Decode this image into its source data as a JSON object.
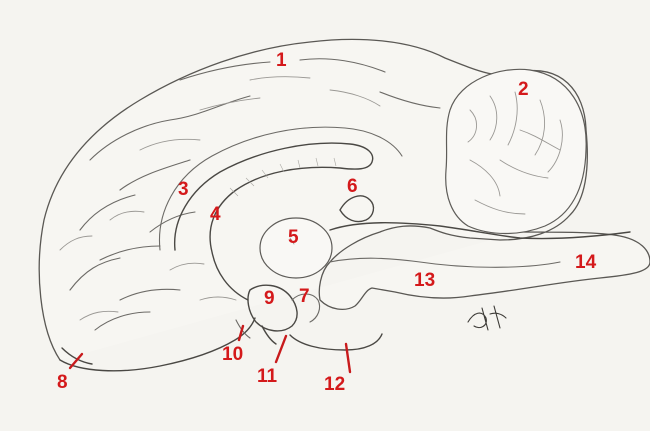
{
  "figure": {
    "labels": [
      {
        "id": "1",
        "text": "1"
      },
      {
        "id": "2",
        "text": "2"
      },
      {
        "id": "3",
        "text": "3"
      },
      {
        "id": "4",
        "text": "4"
      },
      {
        "id": "5",
        "text": "5"
      },
      {
        "id": "6",
        "text": "6"
      },
      {
        "id": "7",
        "text": "7"
      },
      {
        "id": "8",
        "text": "8"
      },
      {
        "id": "9",
        "text": "9"
      },
      {
        "id": "10",
        "text": "10"
      },
      {
        "id": "11",
        "text": "11"
      },
      {
        "id": "12",
        "text": "12"
      },
      {
        "id": "13",
        "text": "13"
      },
      {
        "id": "14",
        "text": "14"
      }
    ],
    "colors": {
      "label": "#d4191b",
      "pencil": "#5a5854",
      "paper": "#f5f4f0"
    }
  }
}
